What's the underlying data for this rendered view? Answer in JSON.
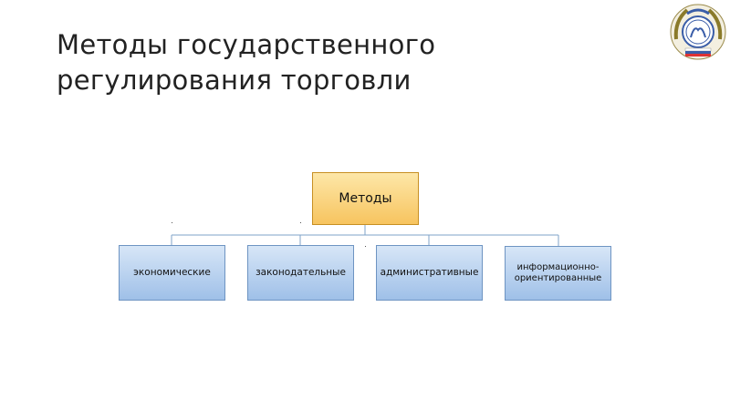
{
  "slide": {
    "title": "Методы государственного\nрегулирования торговли"
  },
  "diagram": {
    "root": {
      "label": "Методы",
      "fill": "#f9d27a",
      "border": "#c78f23"
    },
    "children": [
      {
        "label": "экономические"
      },
      {
        "label": "законодательные"
      },
      {
        "label": "административные"
      },
      {
        "label": "информационно-\nориентированные"
      }
    ],
    "child_fill": "#b9d2f0",
    "child_border": "#6e94c2",
    "connector_color": "#7fa3c9"
  },
  "logo": {
    "icon": "university-emblem-icon"
  }
}
